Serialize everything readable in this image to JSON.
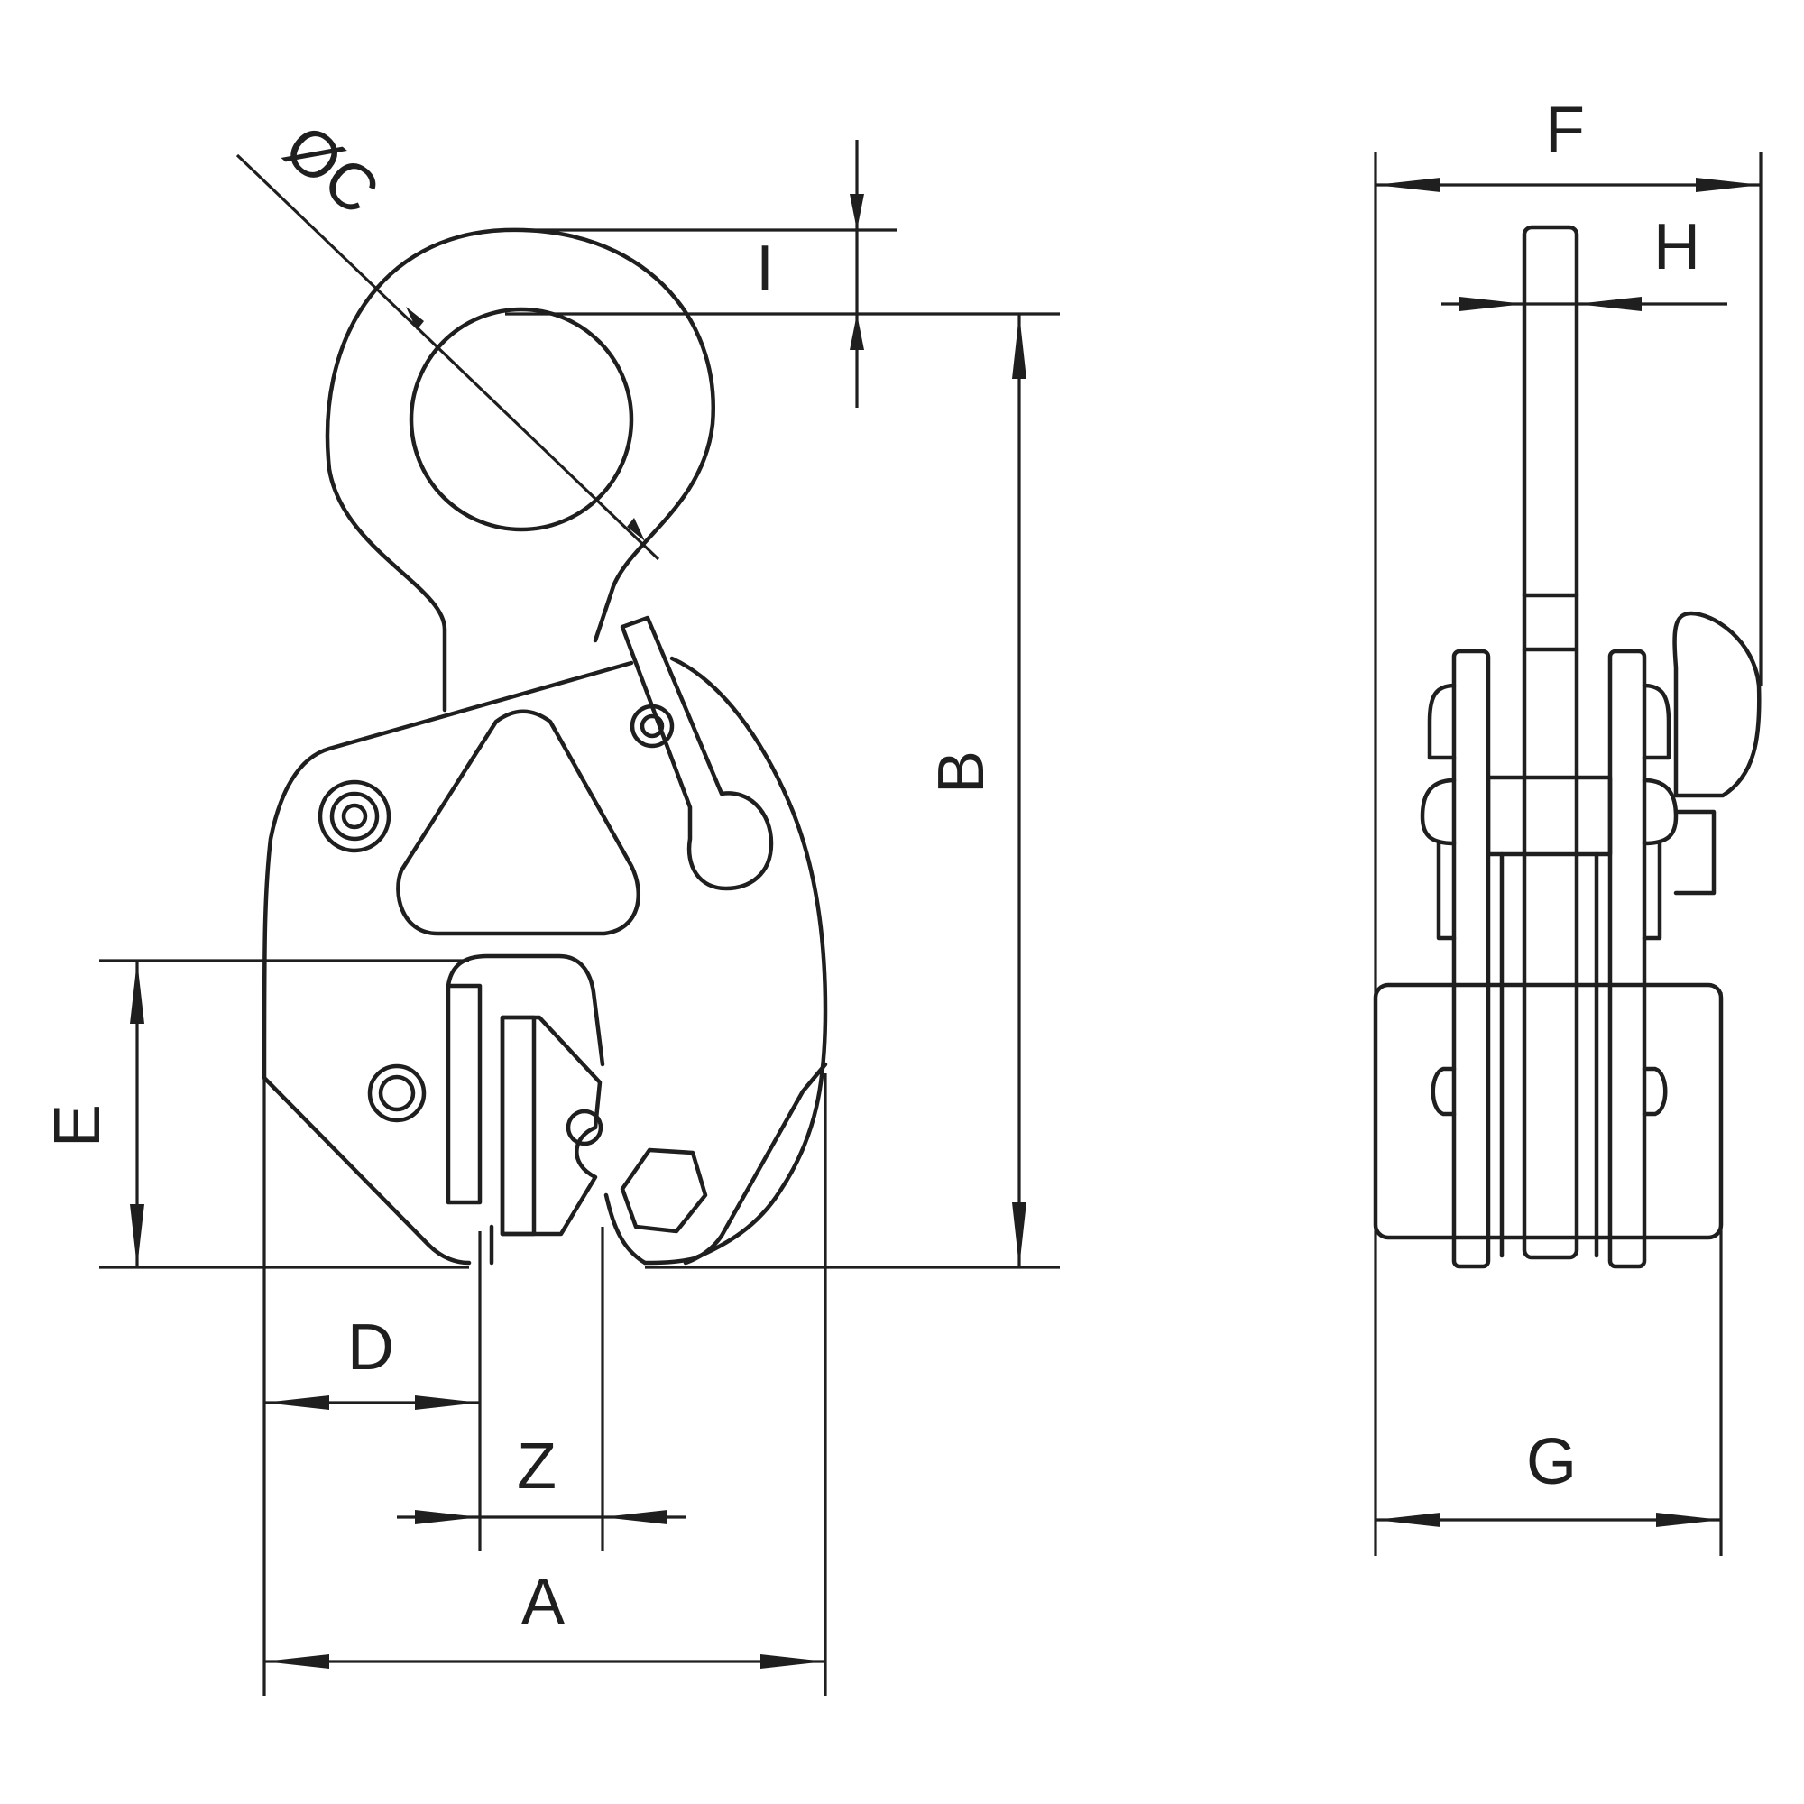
{
  "labels": {
    "A": "A",
    "B": "B",
    "C": "ØC",
    "D": "D",
    "E": "E",
    "F": "F",
    "G": "G",
    "H": "H",
    "I": "I",
    "Z": "Z"
  },
  "colors": {
    "line": "#1f1f1f",
    "background": "#ffffff"
  }
}
